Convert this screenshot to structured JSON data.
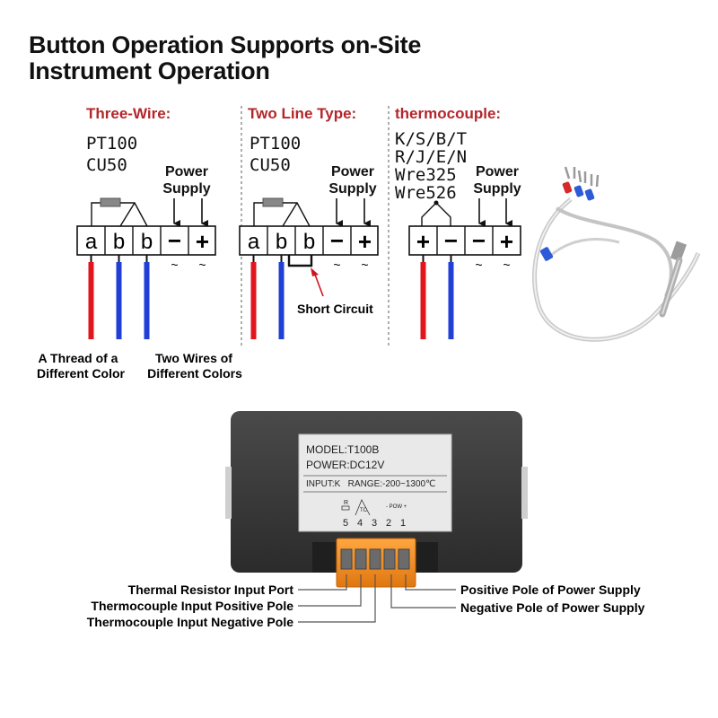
{
  "title": {
    "line1": "Button Operation Supports on-Site",
    "line2": "Instrument Operation"
  },
  "panels": [
    {
      "heading": "Three-Wire:",
      "types": [
        "PT100",
        "CU50"
      ],
      "supply_label": [
        "Power",
        "Supply"
      ],
      "terminals": [
        "a",
        "b",
        "b",
        "−",
        "+"
      ],
      "ac_marks": [
        "~",
        "~"
      ]
    },
    {
      "heading": "Two Line Type:",
      "types": [
        "PT100",
        "CU50"
      ],
      "supply_label": [
        "Power",
        "Supply"
      ],
      "terminals": [
        "a",
        "b",
        "b",
        "−",
        "+"
      ],
      "ac_marks": [
        "~",
        "~"
      ],
      "short_circuit": "Short Circuit"
    },
    {
      "heading": "thermocouple:",
      "types": [
        "K/S/B/T",
        "R/J/E/N",
        "Wre325",
        "Wre526"
      ],
      "supply_label": [
        "Power",
        "Supply"
      ],
      "terminals": [
        "+",
        "−",
        "−",
        "+"
      ],
      "ac_marks": [
        "~",
        "~"
      ]
    }
  ],
  "wire_notes": {
    "left": [
      "A Thread of a",
      "Different Color"
    ],
    "right": [
      "Two Wires of",
      "Different Colors"
    ]
  },
  "device": {
    "label": {
      "model": "MODEL:T100B",
      "power": "POWER:DC12V",
      "input": "INPUT:K   RANGE:-200~1300℃",
      "small_r": "R",
      "small_tc": "TC",
      "small_pow": "- POW +",
      "pins": [
        "5",
        "4",
        "3",
        "2",
        "1"
      ]
    }
  },
  "callouts": {
    "left": [
      "Thermal Resistor Input Port",
      "Thermocouple Input Positive Pole",
      "Thermocouple Input Negative Pole"
    ],
    "right": [
      "Positive Pole of Power Supply",
      "Negative Pole of Power Supply"
    ]
  },
  "colors": {
    "heading": "#b3262b",
    "red_wire": "#e2141c",
    "blue_wire": "#1f3fd6",
    "device_body": "#3a3a3a",
    "terminal_block": "#f08a1e",
    "label_bg": "#e9e9e9"
  }
}
